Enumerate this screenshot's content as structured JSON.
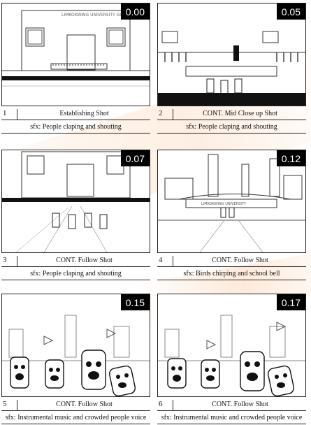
{
  "panels": [
    {
      "time": "0.00",
      "num": "1",
      "shot": "Establishing Shot",
      "sfx": "sfx: People claping and shouting"
    },
    {
      "time": "0.05",
      "num": "2",
      "shot": "CONT.  Mid Close up Shot",
      "sfx": "sfx: People claping and shouting"
    },
    {
      "time": "0.07",
      "num": "3",
      "shot": "CONT. Follow Shot",
      "sfx": "sfx: People claping and shouting"
    },
    {
      "time": "0.12",
      "num": "4",
      "shot": "CONT. Follow Shot",
      "sfx": "sfx: Birds chirping and school bell"
    },
    {
      "time": "0.15",
      "num": "5",
      "shot": "CONT. Follow Shot",
      "sfx": "sfx: Instrumental music and crowded people voice"
    },
    {
      "time": "0.17",
      "num": "6",
      "shot": "CONT. Follow Shot",
      "sfx": "sfx: Instrumental music and crowded people voice"
    }
  ],
  "sketch_text": {
    "banner_1": "LIMKOKWING UNIVERSITY GRADUATION",
    "banner_4": "LIMKOKWING UNIVERSITY"
  }
}
